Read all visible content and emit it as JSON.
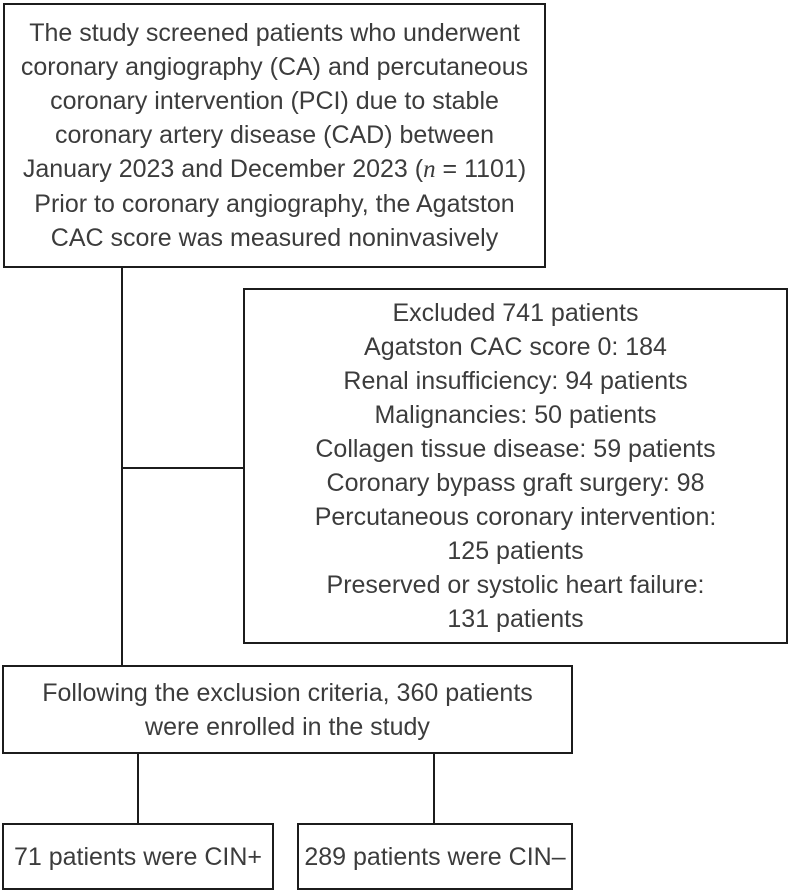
{
  "colors": {
    "background": "#ffffff",
    "border": "#1c1c1c",
    "text": "#3c3c3c"
  },
  "boxes": {
    "screening": {
      "lines": [
        "The study screened patients who underwent",
        "coronary angiography (CA) and percutaneous",
        "coronary intervention (PCI) due to stable",
        "coronary artery disease (CAD) between",
        {
          "parts": [
            {
              "text": "January 2023 and December 2023 ("
            },
            {
              "text": "n",
              "italic": true
            },
            {
              "text": " = 1101)"
            }
          ]
        },
        "Prior to coronary angiography, the Agatston",
        "CAC score was measured noninvasively"
      ]
    },
    "excluded": {
      "lines": [
        "Excluded 741 patients",
        "Agatston CAC score 0: 184",
        "Renal insufficiency: 94 patients",
        "Malignancies: 50 patients",
        "Collagen tissue disease: 59 patients",
        "Coronary bypass graft surgery: 98",
        "Percutaneous coronary intervention:",
        "125 patients",
        "Preserved or systolic heart failure:",
        "131 patients"
      ]
    },
    "enrolled": {
      "lines": [
        "Following the exclusion criteria, 360 patients",
        "were enrolled in the study"
      ]
    },
    "cin_positive": {
      "lines": [
        "71 patients were CIN+"
      ]
    },
    "cin_negative": {
      "lines": [
        "289 patients were CIN–"
      ]
    }
  }
}
